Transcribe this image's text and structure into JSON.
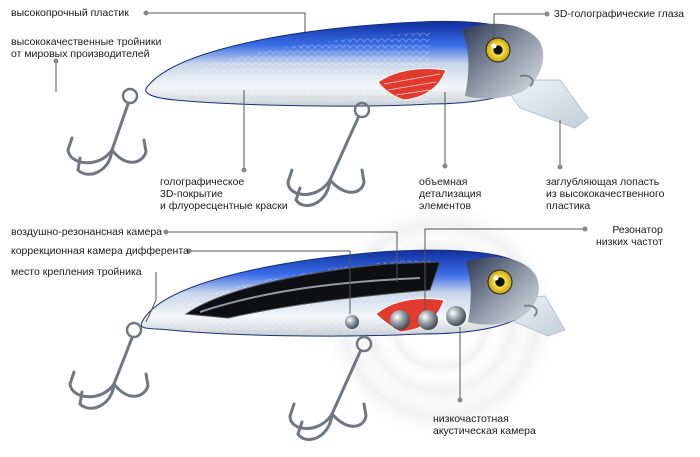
{
  "colors": {
    "leader_line": "#555555",
    "dot": "#888888",
    "body_blue": "#1d46c8",
    "belly_silver": "#e8ecef",
    "gill_red": "#e23a2e",
    "eye_yellow": "#f2d21b",
    "lip_clear": "#dfe7ee",
    "hook_metal": "#6f7780"
  },
  "top_lure": {
    "labels": {
      "plastic": "высокопрочный пластик",
      "hooks_line1": "высококачественные тройники",
      "hooks_line2": "от мировых производителей",
      "eyes": "3D-голографические глаза",
      "coating_line1": "голографическое",
      "coating_line2": "3D-покрытие",
      "coating_line3": "и флуоресцентные краски",
      "detail_line1": "объемная",
      "detail_line2": "детализация",
      "detail_line3": "элементов",
      "lip_line1": "заглубляющая лопасть",
      "lip_line2": "из высококачественного",
      "lip_line3": "пластика"
    }
  },
  "bottom_lure": {
    "labels": {
      "air_chamber": "воздушно-резонансная камера",
      "trim_chamber": "коррекционная камера дифферента",
      "hook_mount": "место крепления тройника",
      "resonator_line1": "Резонатор",
      "resonator_line2": "низких частот",
      "acoustic_line1": "низкочастотная",
      "acoustic_line2": "акустическая камера"
    }
  }
}
